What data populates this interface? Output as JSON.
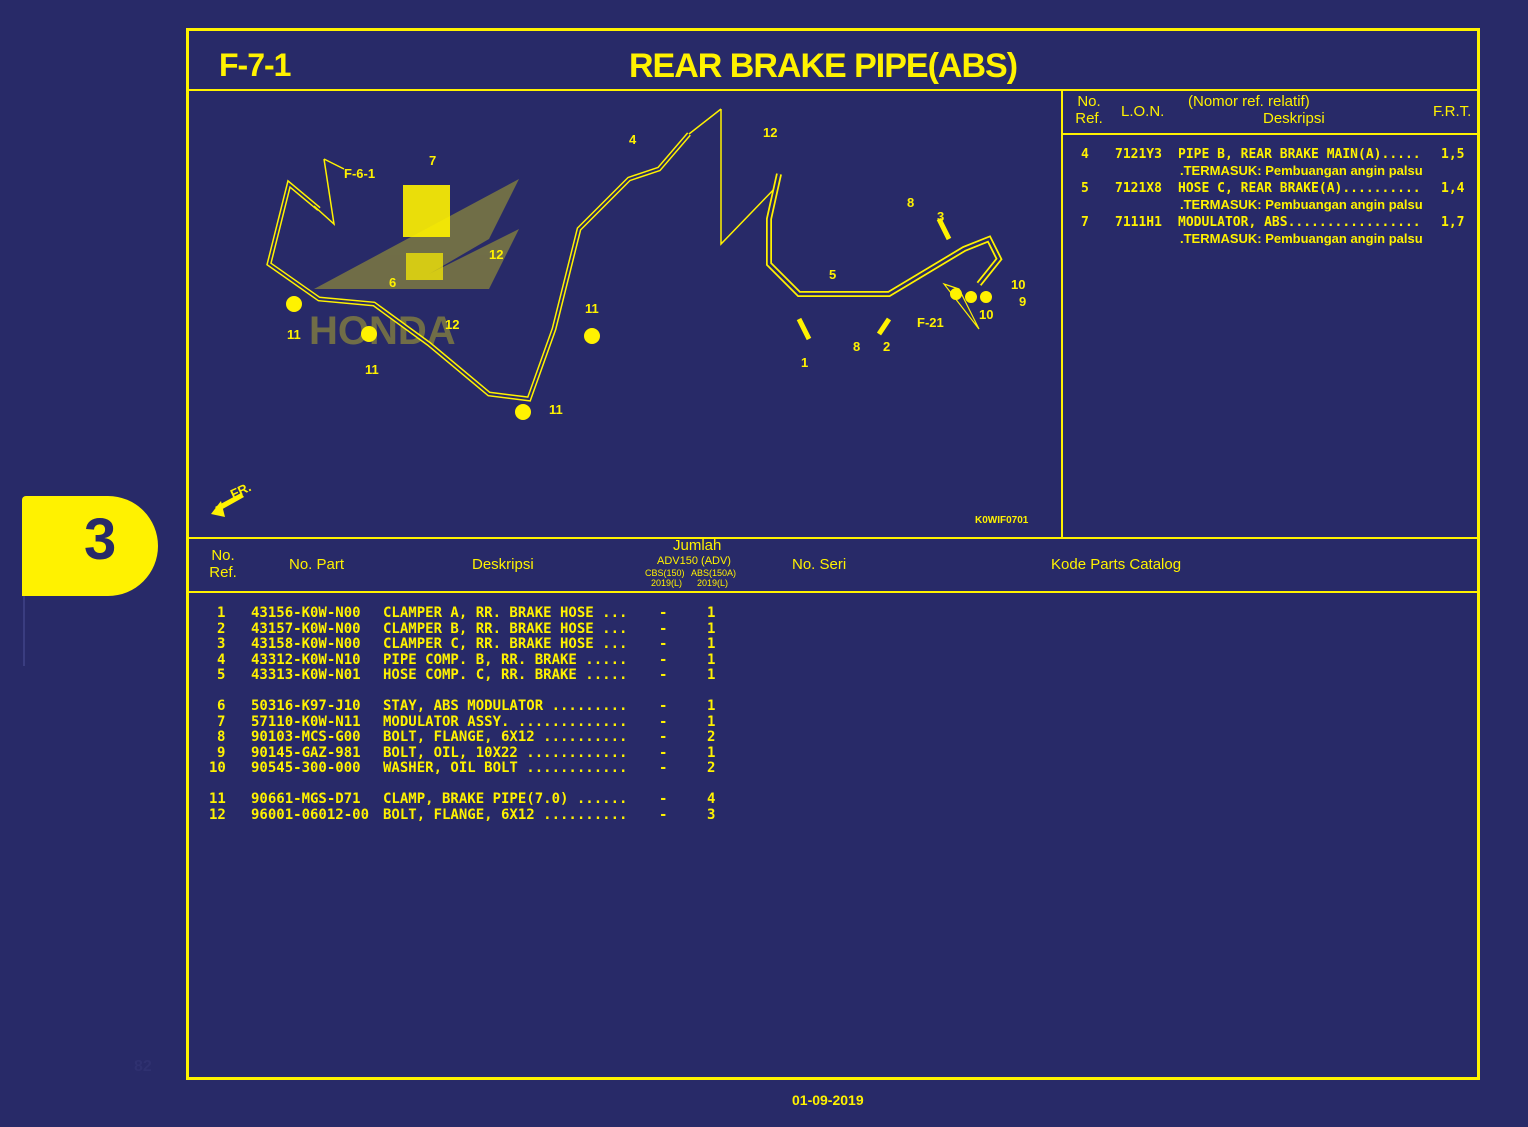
{
  "header": {
    "code": "F-7-1",
    "title": "REAR BRAKE PIPE(ABS)"
  },
  "section_tab": {
    "number": "3"
  },
  "diagram": {
    "id": "K0WIF0701",
    "front_label": "FR.",
    "references": [
      "F-6-1",
      "F-21"
    ],
    "callouts": [
      "1",
      "2",
      "3",
      "4",
      "5",
      "6",
      "7",
      "8",
      "9",
      "10",
      "11",
      "12"
    ]
  },
  "ref_table": {
    "headers": {
      "no_ref": "No.\nRef.",
      "lon": "L.O.N.",
      "desc_top": "(Nomor ref. relatif)",
      "desc": "Deskripsi",
      "frt": "F.R.T."
    },
    "rows": [
      {
        "ref": "4",
        "lon": "7121Y3",
        "desc": "PIPE B, REAR BRAKE MAIN(A).....",
        "frt": "1,5",
        "sub": ".TERMASUK: Pembuangan angin palsu"
      },
      {
        "ref": "5",
        "lon": "7121X8",
        "desc": "HOSE C, REAR BRAKE(A)..........",
        "frt": "1,4",
        "sub": ".TERMASUK: Pembuangan angin palsu"
      },
      {
        "ref": "7",
        "lon": "7111H1",
        "desc": "MODULATOR, ABS.................",
        "frt": "1,7",
        "sub": ".TERMASUK: Pembuangan angin palsu"
      }
    ]
  },
  "parts_table": {
    "headers": {
      "no_ref_1": "No.",
      "no_ref_2": "Ref.",
      "no_part": "No. Part",
      "deskripsi": "Deskripsi",
      "jumlah": "Jumlah",
      "model": "ADV150 (ADV)",
      "variant_1": "CBS(150)",
      "variant_2": "ABS(150A)",
      "year_1": "2019(L)",
      "year_2": "2019(L)",
      "no_seri": "No. Seri",
      "kode": "Kode Parts Catalog"
    },
    "groups": [
      [
        {
          "ref": "1",
          "part": "43156-K0W-N00",
          "desc": "CLAMPER A, RR. BRAKE HOSE ...",
          "cbs": "-",
          "abs": "1"
        },
        {
          "ref": "2",
          "part": "43157-K0W-N00",
          "desc": "CLAMPER B, RR. BRAKE HOSE ...",
          "cbs": "-",
          "abs": "1"
        },
        {
          "ref": "3",
          "part": "43158-K0W-N00",
          "desc": "CLAMPER C, RR. BRAKE HOSE ...",
          "cbs": "-",
          "abs": "1"
        },
        {
          "ref": "4",
          "part": "43312-K0W-N10",
          "desc": "PIPE COMP. B, RR. BRAKE .....",
          "cbs": "-",
          "abs": "1"
        },
        {
          "ref": "5",
          "part": "43313-K0W-N01",
          "desc": "HOSE COMP. C, RR. BRAKE .....",
          "cbs": "-",
          "abs": "1"
        }
      ],
      [
        {
          "ref": "6",
          "part": "50316-K97-J10",
          "desc": "STAY, ABS MODULATOR .........",
          "cbs": "-",
          "abs": "1"
        },
        {
          "ref": "7",
          "part": "57110-K0W-N11",
          "desc": "MODULATOR ASSY. .............",
          "cbs": "-",
          "abs": "1"
        },
        {
          "ref": "8",
          "part": "90103-MCS-G00",
          "desc": "BOLT, FLANGE, 6X12 ..........",
          "cbs": "-",
          "abs": "2"
        },
        {
          "ref": "9",
          "part": "90145-GAZ-981",
          "desc": "BOLT, OIL, 10X22 ............",
          "cbs": "-",
          "abs": "1"
        },
        {
          "ref": "10",
          "part": "90545-300-000",
          "desc": "WASHER, OIL BOLT ............",
          "cbs": "-",
          "abs": "2"
        }
      ],
      [
        {
          "ref": "11",
          "part": "90661-MGS-D71",
          "desc": "CLAMP, BRAKE PIPE(7.0) ......",
          "cbs": "-",
          "abs": "4"
        },
        {
          "ref": "12",
          "part": "96001-06012-00",
          "desc": "BOLT, FLANGE, 6X12 ..........",
          "cbs": "-",
          "abs": "3"
        }
      ]
    ]
  },
  "footer": {
    "date": "01-09-2019",
    "page": "82"
  },
  "colors": {
    "background": "#282a68",
    "accent": "#fff200"
  }
}
